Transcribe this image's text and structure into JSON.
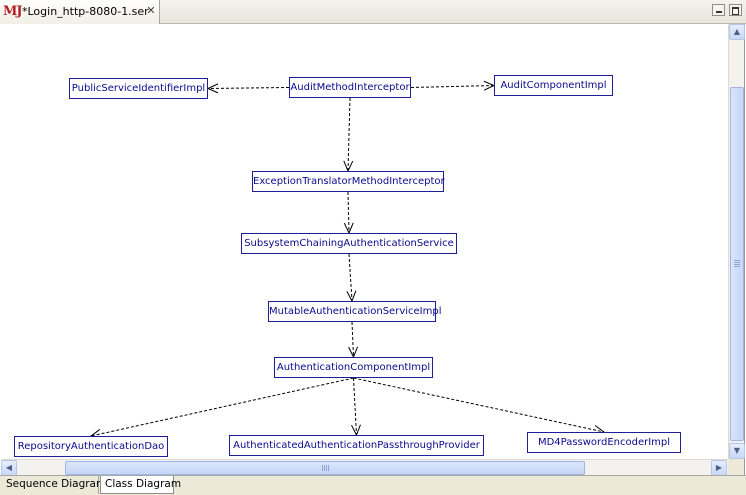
{
  "editor": {
    "tab_title": "*Login_http-8080-1.ser",
    "tab_icon": "MJ",
    "tab_icon_name": "mj-file-icon",
    "close_glyph": "✕"
  },
  "diagram": {
    "nodes": [
      {
        "id": "psi",
        "label": "PublicServiceIdentifierImpl"
      },
      {
        "id": "ami",
        "label": "AuditMethodInterceptor"
      },
      {
        "id": "aci",
        "label": "AuditComponentImpl"
      },
      {
        "id": "etm",
        "label": "ExceptionTranslatorMethodInterceptor"
      },
      {
        "id": "scas",
        "label": "SubsystemChainingAuthenticationService"
      },
      {
        "id": "masi",
        "label": "MutableAuthenticationServiceImpl"
      },
      {
        "id": "acomp",
        "label": "AuthenticationComponentImpl"
      },
      {
        "id": "rad",
        "label": "RepositoryAuthenticationDao"
      },
      {
        "id": "aapp",
        "label": "AuthenticatedAuthenticationPassthroughProvider"
      },
      {
        "id": "md4",
        "label": "MD4PasswordEncoderImpl"
      }
    ],
    "edges": [
      {
        "from": "ami",
        "to": "psi"
      },
      {
        "from": "ami",
        "to": "aci"
      },
      {
        "from": "ami",
        "to": "etm"
      },
      {
        "from": "etm",
        "to": "scas"
      },
      {
        "from": "scas",
        "to": "masi"
      },
      {
        "from": "masi",
        "to": "acomp"
      },
      {
        "from": "acomp",
        "to": "rad"
      },
      {
        "from": "acomp",
        "to": "aapp"
      },
      {
        "from": "acomp",
        "to": "md4"
      }
    ],
    "colors": {
      "node_border": "#1e1e9a",
      "node_text": "#0a0a8c",
      "edge": "#000000"
    }
  },
  "bottom_tabs": [
    {
      "label": "Sequence Diagram",
      "selected": false
    },
    {
      "label": "Class Diagram",
      "selected": true
    }
  ]
}
